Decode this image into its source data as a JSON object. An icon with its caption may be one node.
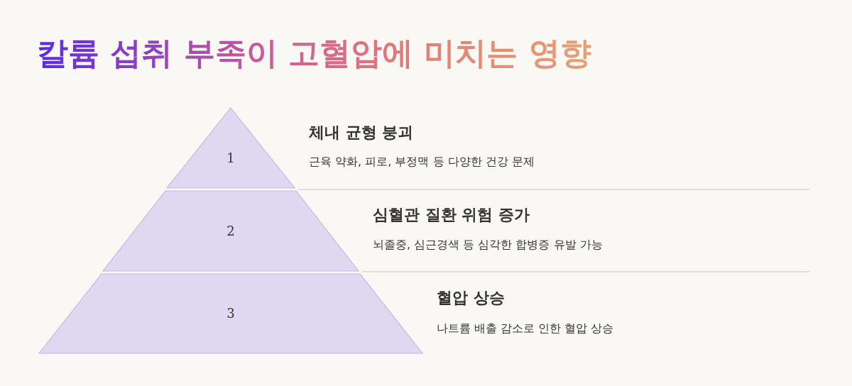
{
  "diagram": {
    "title": "칼륨 섭취 부족이 고혈압에 미치는 영향",
    "nodes": [
      {
        "text": [
          "1"
        ],
        "beside": [
          "체내 균형 붕괴",
          "근육 약화, 피로, 부정맥 등 다양한 건강 문제"
        ]
      },
      {
        "text": [
          "2"
        ],
        "beside": [
          "심혈관 질환 위험 증가",
          "뇌졸중, 심근경색 등 심각한 합병증 유발 가능"
        ]
      },
      {
        "text": [
          "3"
        ],
        "beside": [
          "혈압 상승",
          "나트륨 배출 감소로 인한 혈압 상승"
        ]
      }
    ]
  }
}
